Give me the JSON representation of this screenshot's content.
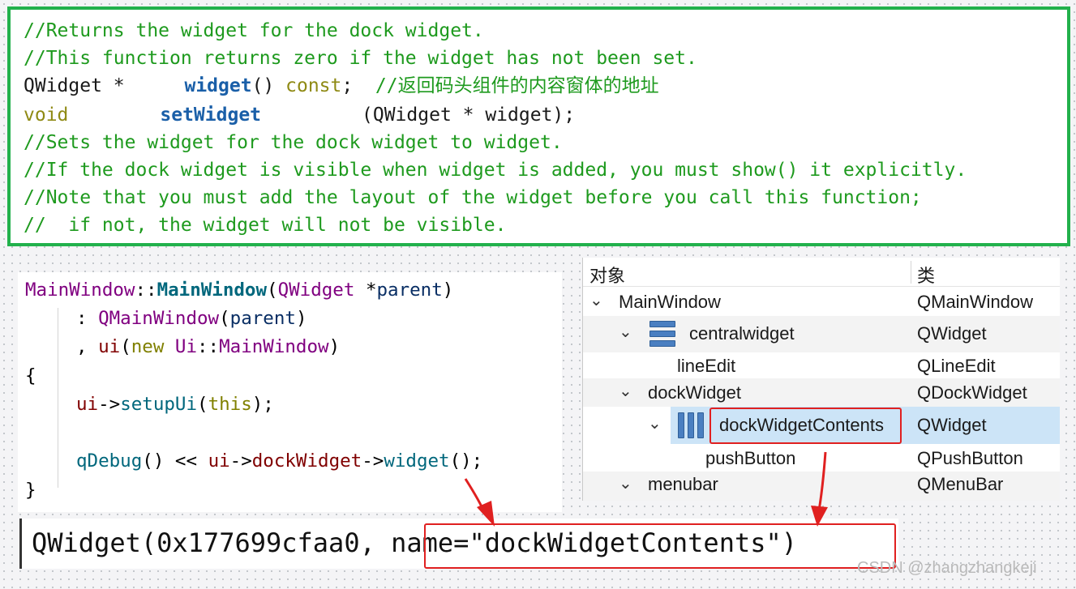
{
  "doc_box": {
    "lines": [
      {
        "segments": [
          {
            "text": "//Returns the widget for the dock widget.",
            "role": "comment"
          }
        ]
      },
      {
        "segments": [
          {
            "text": "//This function returns zero if the widget has not been set.",
            "role": "comment"
          }
        ]
      },
      {
        "segments": [
          {
            "text": "QWidget * ",
            "role": "type"
          },
          {
            "text": "widget",
            "role": "function"
          },
          {
            "text": "() ",
            "role": "type"
          },
          {
            "text": "const",
            "role": "keyword"
          },
          {
            "text": ";  ",
            "role": "type"
          },
          {
            "text": "//返回码头组件的内容窗体的地址",
            "role": "comment"
          }
        ]
      },
      {
        "segments": [
          {
            "text": "void",
            "role": "keyword"
          },
          {
            "text": "setWidget",
            "role": "function"
          },
          {
            "text": "(QWidget * widget);",
            "role": "type"
          }
        ]
      },
      {
        "segments": [
          {
            "text": "//Sets the widget for the dock widget to widget.",
            "role": "comment"
          }
        ]
      },
      {
        "segments": [
          {
            "text": "//If the dock widget is visible when widget is added, you must show() it explicitly.",
            "role": "comment"
          }
        ]
      },
      {
        "segments": [
          {
            "text": "//Note that you must add the layout of the widget before you call this function;",
            "role": "comment"
          }
        ]
      },
      {
        "segments": [
          {
            "text": "//  if not, the widget will not be visible.",
            "role": "comment"
          }
        ]
      }
    ]
  },
  "code_panel": {
    "l1": {
      "a": "MainWindow",
      "b": "::",
      "c": "MainWindow",
      "d": "(",
      "e": "QWidget",
      "f": " *",
      "g": "parent",
      "h": ")"
    },
    "l2": {
      "a": ": ",
      "b": "QMainWindow",
      "c": "(",
      "d": "parent",
      "e": ")"
    },
    "l3": {
      "a": ", ",
      "b": "ui",
      "c": "(",
      "d": "new",
      "e": " ",
      "f": "Ui",
      "g": "::",
      "h": "MainWindow",
      "i": ")"
    },
    "l4": "{",
    "l5": {
      "a": "ui",
      "b": "->",
      "c": "setupUi",
      "d": "(",
      "e": "this",
      "f": ");"
    },
    "l7": {
      "a": "qDebug",
      "b": "() << ",
      "c": "ui",
      "d": "->",
      "e": "dockWidget",
      "f": "->",
      "g": "widget",
      "h": "();"
    },
    "l8": "}"
  },
  "object_tree": {
    "col_object": "对象",
    "col_class": "类",
    "rows": [
      {
        "name": "MainWindow",
        "class": "QMainWindow"
      },
      {
        "name": "centralwidget",
        "class": "QWidget"
      },
      {
        "name": "lineEdit",
        "class": "QLineEdit"
      },
      {
        "name": "dockWidget",
        "class": "QDockWidget"
      },
      {
        "name": "dockWidgetContents",
        "class": "QWidget"
      },
      {
        "name": "pushButton",
        "class": "QPushButton"
      },
      {
        "name": "menubar",
        "class": "QMenuBar"
      }
    ]
  },
  "output": {
    "prefix": "QWidget(0x177699cfaa0, ",
    "highlight": "name=\"dockWidgetContents\")"
  },
  "watermark": "CSDN @zhangzhangkeji",
  "colors": {
    "doc_border": "#22b14c",
    "highlight_red": "#e02020",
    "selection": "#cce4f7",
    "icon_blue": "#4a7fc1"
  }
}
